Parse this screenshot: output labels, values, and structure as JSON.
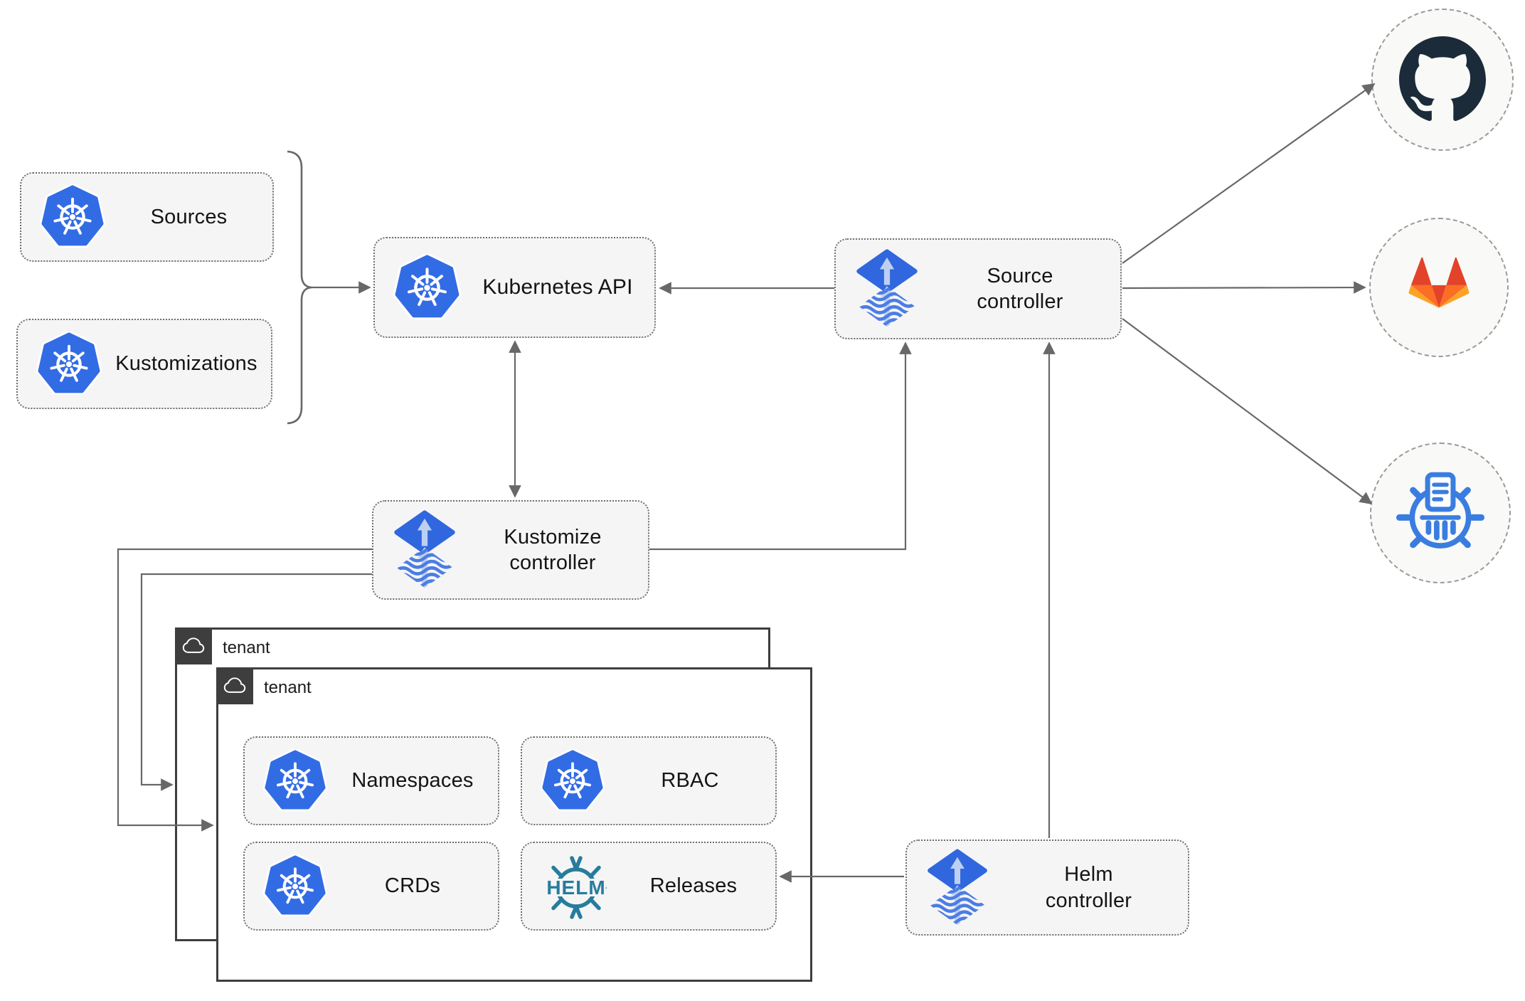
{
  "colors": {
    "k8s_blue": "#326ce5",
    "flux_blue": "#3067df",
    "flux_arrow_light": "#bdd0f2",
    "flux_wave": "#4c7de3",
    "helm_teal": "#277c9e",
    "harbor_blue": "#3a7de0",
    "github_dark": "#1b2b3a",
    "gitlab_red": "#e24329",
    "gitlab_orange": "#fc6d26",
    "gitlab_amber": "#fca326",
    "line_gray": "#686868",
    "node_fill": "#f5f5f5",
    "node_border": "#6e6e6e",
    "tenant_dark": "#3e3e3e",
    "circle_fill": "#f9f9f7",
    "circle_border": "#9a9a9a",
    "text_dark": "#141414"
  },
  "nodes": {
    "sources": {
      "label": "Sources"
    },
    "kustomizations": {
      "label": "Kustomizations"
    },
    "kubernetes_api": {
      "label": "Kubernetes API"
    },
    "source_controller": {
      "label": "Source controller"
    },
    "kustomize_controller": {
      "label": "Kustomize controller"
    },
    "helm_controller": {
      "label": "Helm controller"
    },
    "tenant_back": {
      "label": "tenant"
    },
    "tenant_front": {
      "label": "tenant"
    },
    "namespaces": {
      "label": "Namespaces"
    },
    "rbac": {
      "label": "RBAC"
    },
    "crds": {
      "label": "CRDs"
    },
    "releases": {
      "label": "Releases"
    }
  },
  "icons": {
    "helm_wordmark": "HELM",
    "kubernetes": "kubernetes-wheel-icon",
    "flux": "flux-diamond-icon",
    "helm": "helm-wheel-icon",
    "github": "github-octocat-icon",
    "gitlab": "gitlab-tanuki-icon",
    "harbor": "harbor-registry-icon",
    "cloud": "cloud-icon"
  }
}
